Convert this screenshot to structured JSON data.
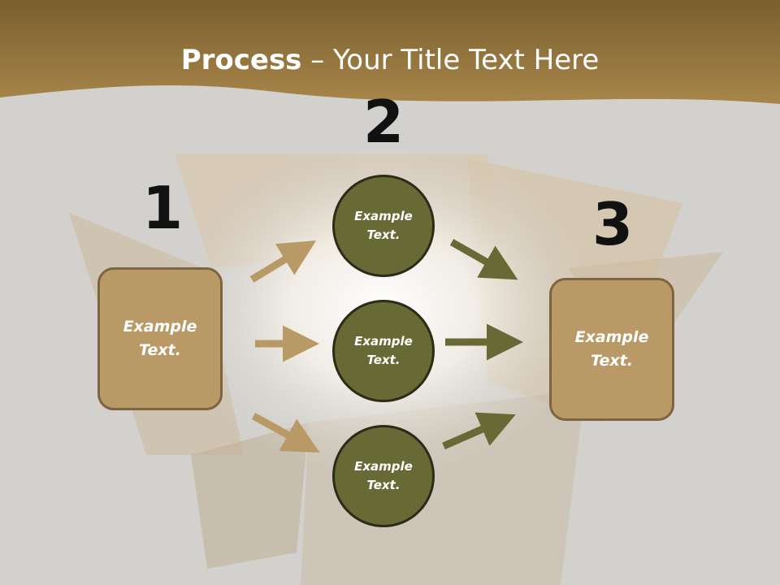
{
  "title": {
    "bold": "Process",
    "rest": " – Your Title Text Here"
  },
  "steps": [
    {
      "number": "1",
      "text": "Example\nText."
    },
    {
      "number": "2"
    },
    {
      "number": "3",
      "text": "Example\nText."
    }
  ],
  "circles": [
    {
      "text": "Example\nText."
    },
    {
      "text": "Example\nText."
    },
    {
      "text": "Example\nText."
    }
  ],
  "colors": {
    "header_band": "#9c7a3e",
    "box_fill": "#b99a67",
    "box_border": "#7e6440",
    "circle_fill": "#676a35",
    "circle_border": "#2c2a18",
    "arrow_left": "#b99a67",
    "arrow_right": "#676a35"
  }
}
